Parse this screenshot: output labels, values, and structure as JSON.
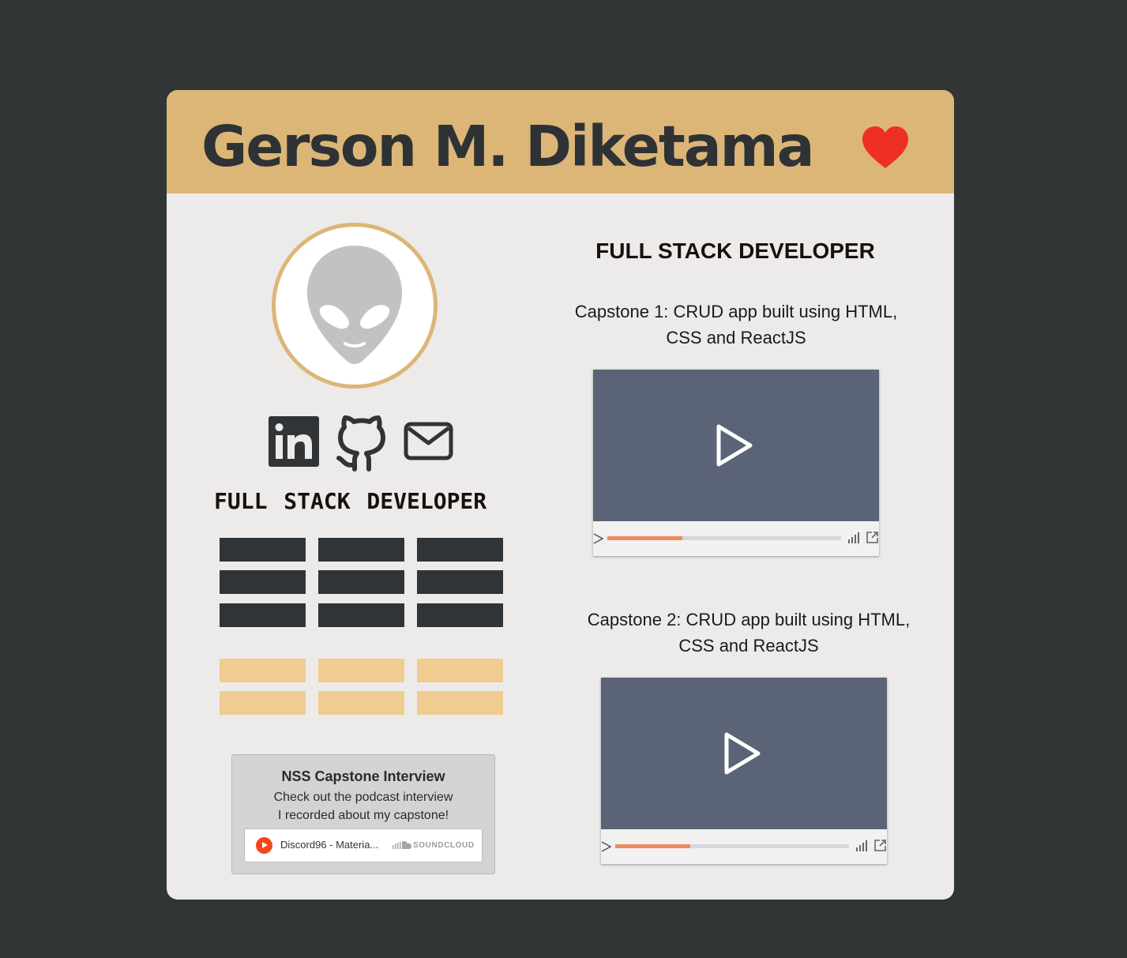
{
  "header": {
    "name": "Gerson M. Diketama",
    "heart_color": "#ee3024"
  },
  "profile": {
    "avatar_icon": "alien-icon",
    "social": [
      {
        "icon": "linkedin-icon"
      },
      {
        "icon": "github-icon"
      },
      {
        "icon": "mail-icon"
      }
    ],
    "title": "FULL STACK DEVELOPER"
  },
  "skills": {
    "dark_rows": 3,
    "light_rows": 2,
    "columns": 3
  },
  "podcast": {
    "title": "NSS Capstone Interview",
    "line1": "Check out the podcast interview",
    "line2": "I recorded about my capstone!",
    "track": "Discord96 - Materia...",
    "provider": "SOUNDCLOUD"
  },
  "main": {
    "title": "FULL STACK DEVELOPER",
    "projects": [
      {
        "caption_line1": "Capstone 1:  CRUD app built using HTML,",
        "caption_line2": "CSS and ReactJS",
        "progress": 0.32
      },
      {
        "caption_line1": "Capstone 2:  CRUD app built using HTML,",
        "caption_line2": "CSS and ReactJS",
        "progress": 0.32
      }
    ]
  },
  "colors": {
    "background": "#323536",
    "card": "#ecebea",
    "accent": "#dcb677",
    "video": "#5b6476",
    "progress": "#ee8a5e"
  }
}
